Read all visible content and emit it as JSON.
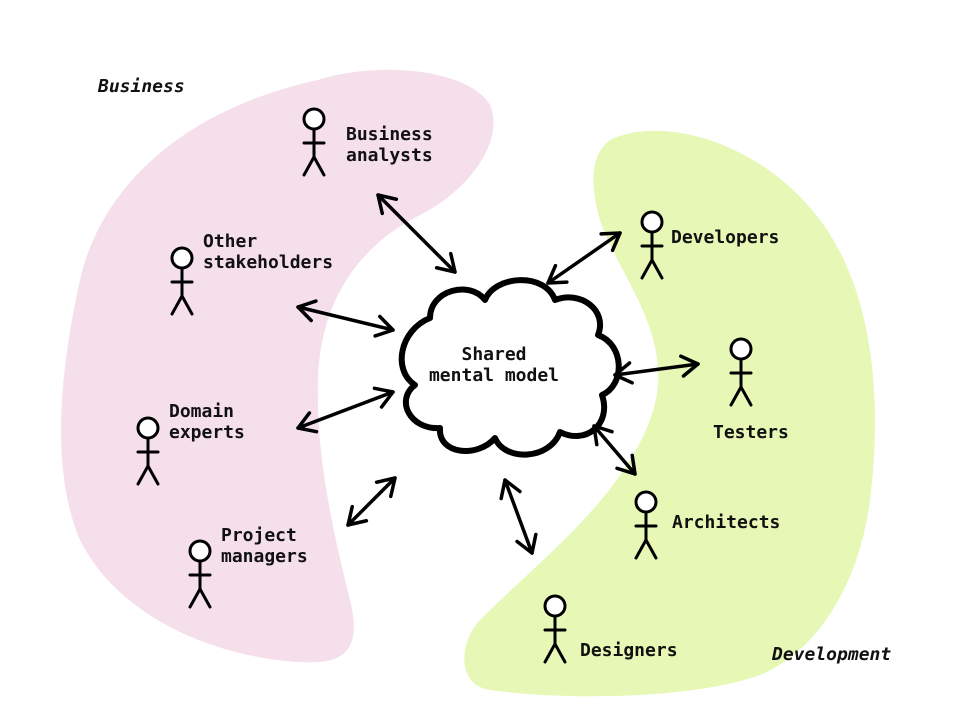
{
  "colors": {
    "business_region": "#f5dfea",
    "development_region": "#e6f7b6",
    "ink": "#000000"
  },
  "regions": {
    "business": "Business",
    "development": "Development"
  },
  "center": {
    "line1": "Shared",
    "line2": "mental model"
  },
  "roles": {
    "business_analysts": [
      "Business",
      "analysts"
    ],
    "other_stakeholders": [
      "Other",
      "stakeholders"
    ],
    "domain_experts": [
      "Domain",
      "experts"
    ],
    "project_managers": [
      "Project",
      "managers"
    ],
    "developers": [
      "Developers"
    ],
    "testers": [
      "Testers"
    ],
    "architects": [
      "Architects"
    ],
    "designers": [
      "Designers"
    ]
  },
  "icons": {
    "person": "stick-figure-icon",
    "hub": "cloud-icon",
    "connector": "double-arrow-icon"
  }
}
